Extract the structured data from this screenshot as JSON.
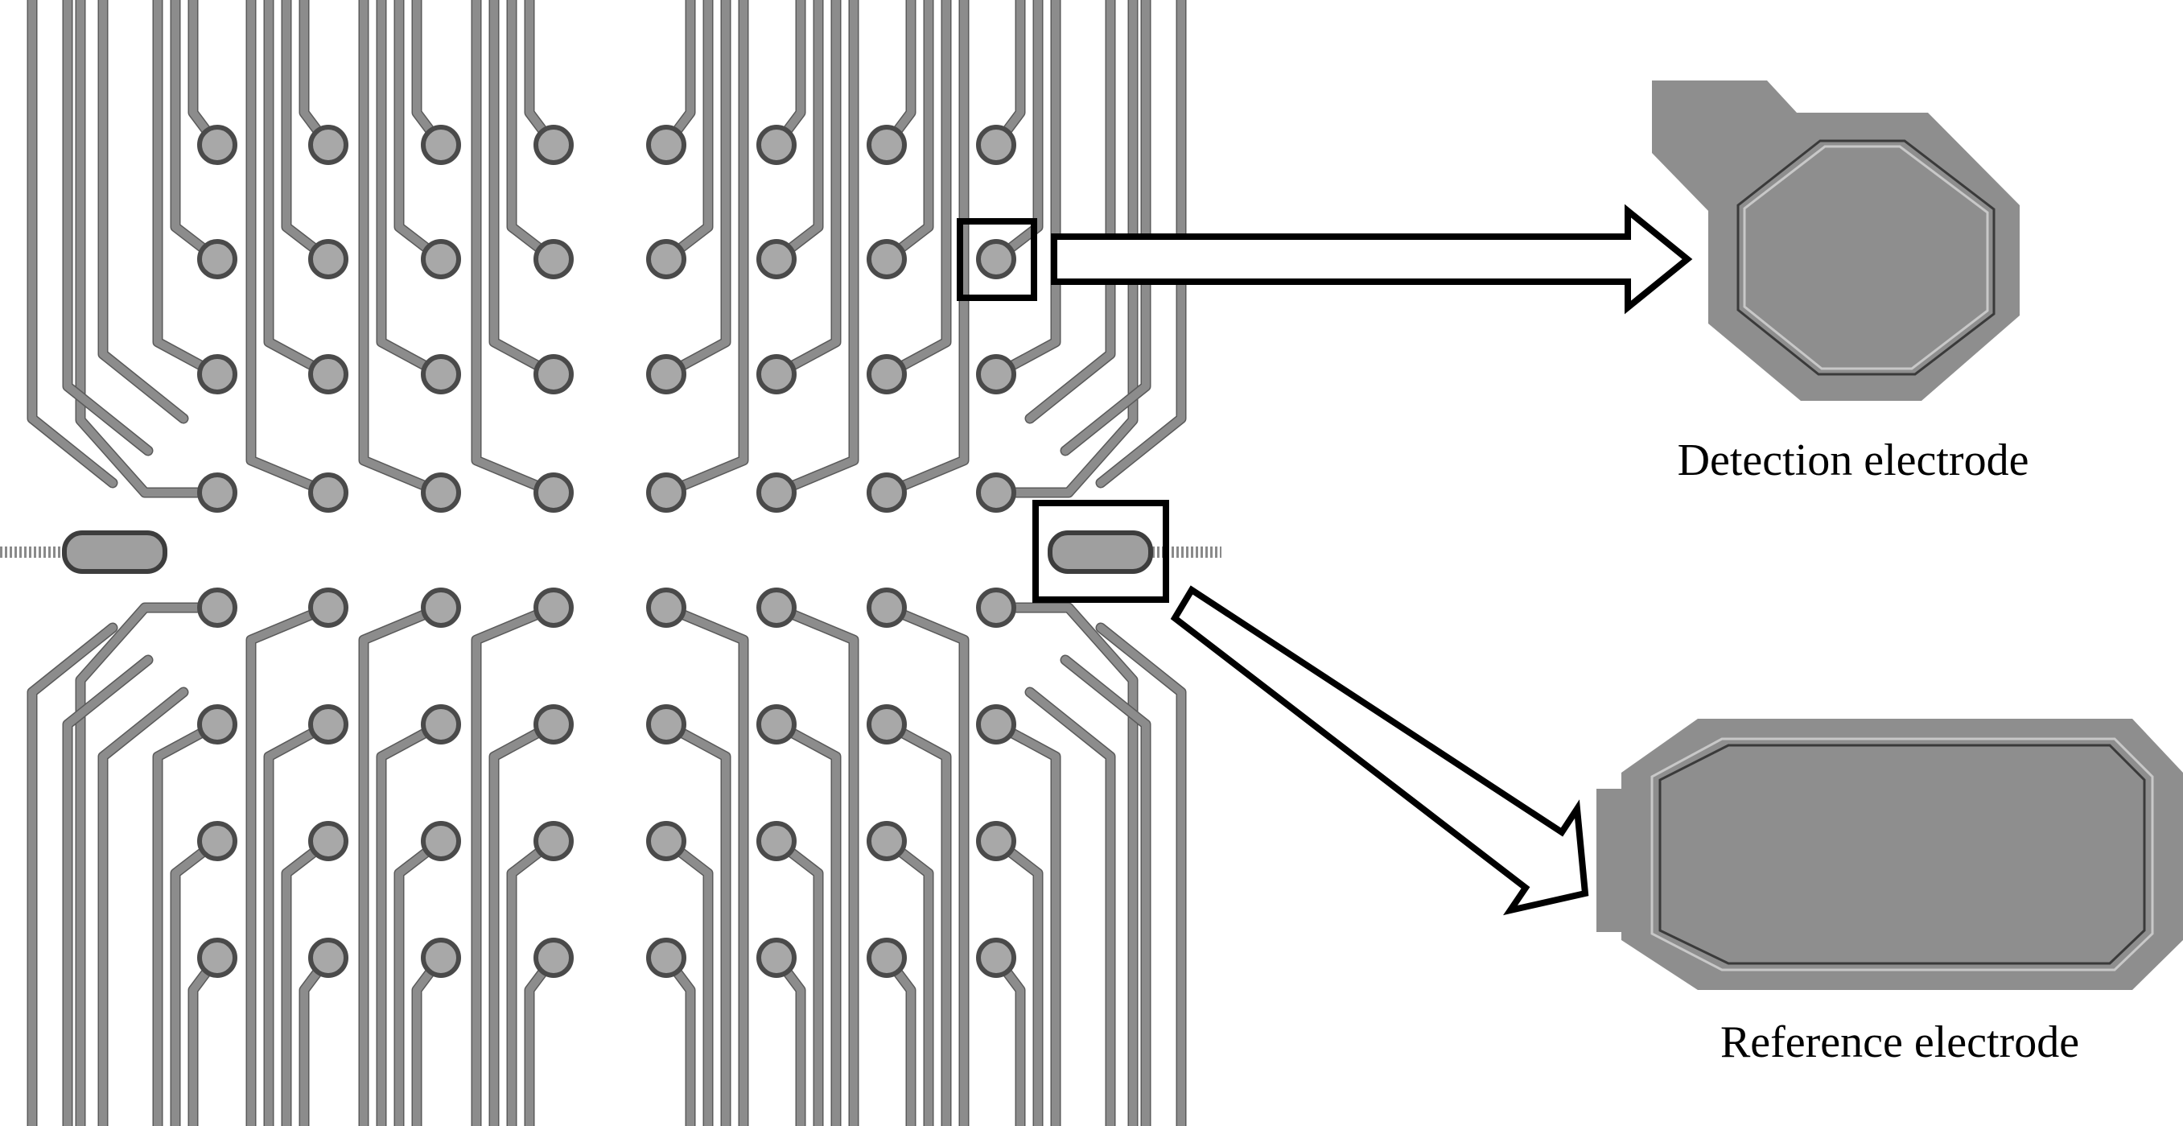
{
  "labels": {
    "detection": "Detection electrode",
    "reference": "Reference electrode"
  },
  "array": {
    "rows": 8,
    "cols": 8
  },
  "colors": {
    "trace": "#8c8c8c",
    "pad": "#a8a8a8",
    "outline": "#000000"
  }
}
